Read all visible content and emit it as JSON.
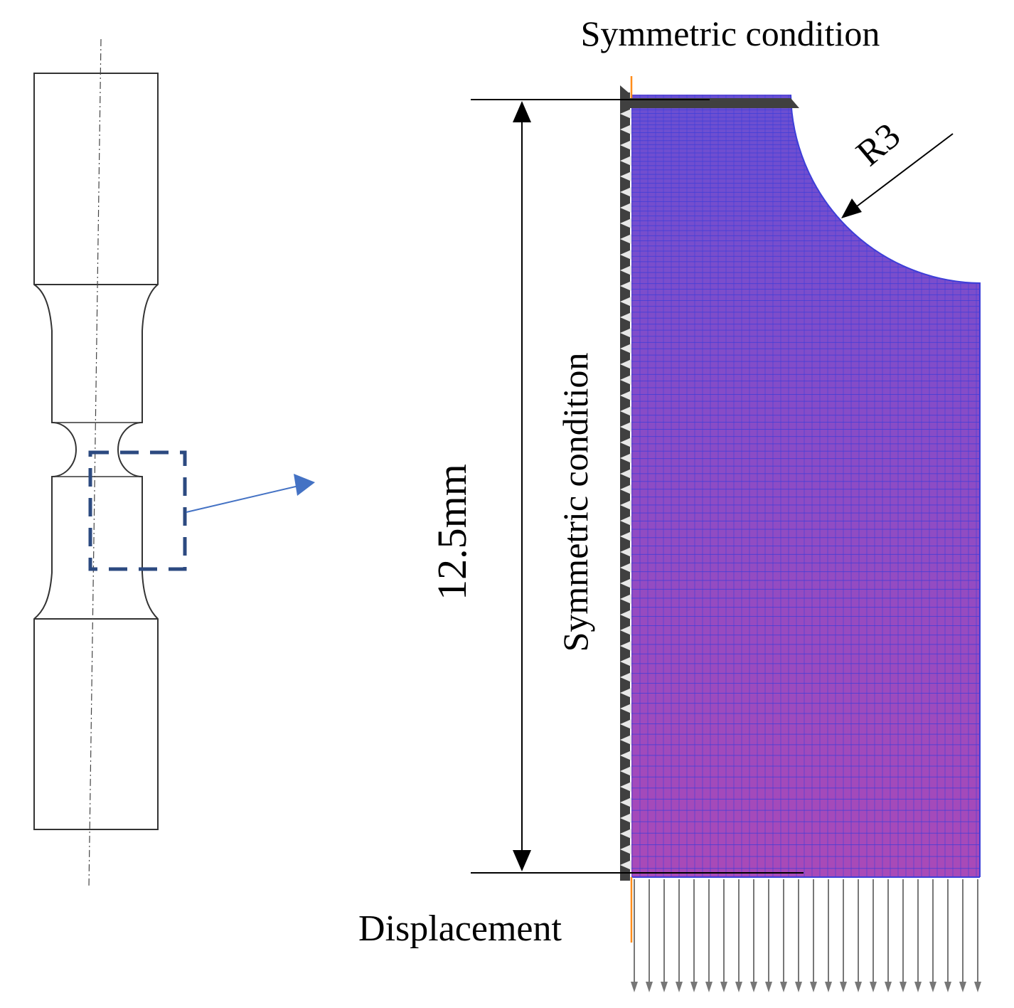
{
  "labels": {
    "top_symmetric": "Symmetric condition",
    "side_symmetric": "Symmetric condition",
    "dimension": "12.5mm",
    "radius": "R3",
    "displacement": "Displacement"
  },
  "colors": {
    "mesh_fill": "#a64ab8",
    "mesh_fill_top": "#6a4fd2",
    "mesh_line": "#3d3ed8",
    "specimen_line": "#333333",
    "callout_box": "#2c4a80",
    "callout_arrow": "#4472c4",
    "symmetry_edge": "#404040",
    "orange_axis": "#ff8c1a",
    "load_arrow": "#777777"
  }
}
